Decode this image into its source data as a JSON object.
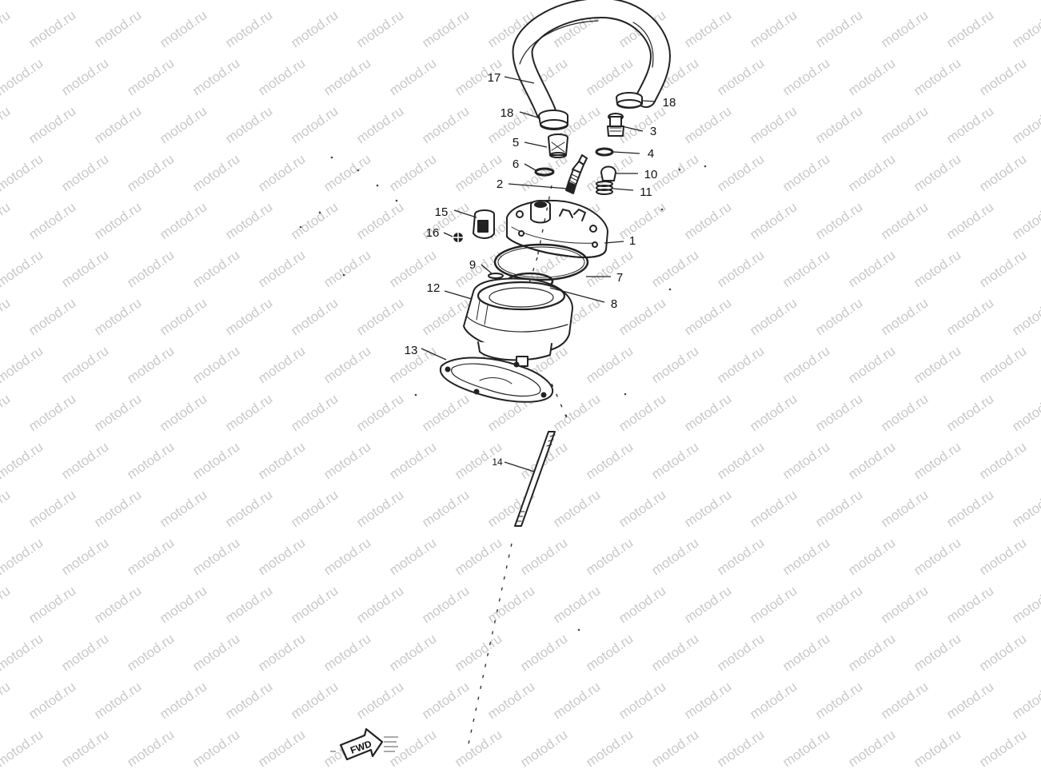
{
  "watermark": "motod.ru",
  "labels": {
    "p1": "1",
    "p2": "2",
    "p3": "3",
    "p4": "4",
    "p5": "5",
    "p6": "6",
    "p7": "7",
    "p8": "8",
    "p9": "9",
    "p10": "10",
    "p11": "11",
    "p12": "12",
    "p13": "13",
    "p14": "14",
    "p15": "15",
    "p16": "16",
    "p17": "17",
    "p18a": "18",
    "p18b": "18"
  },
  "fwd": {
    "label": "FWD"
  }
}
